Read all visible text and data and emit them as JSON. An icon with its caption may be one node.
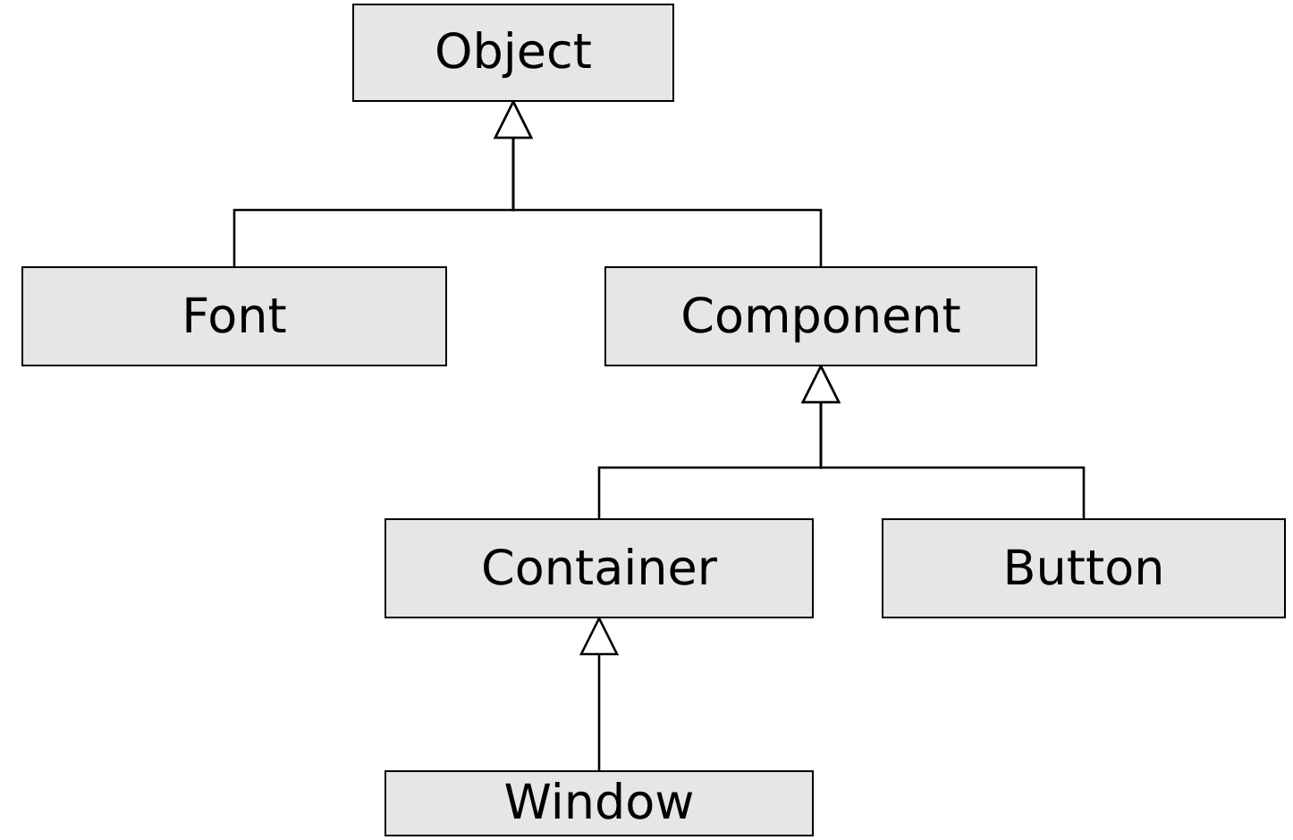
{
  "diagram": {
    "nodes": [
      {
        "text": [
          "Object"
        ]
      },
      {
        "text": [
          "Font"
        ]
      },
      {
        "text": [
          "Component"
        ]
      },
      {
        "text": [
          "Container"
        ]
      },
      {
        "text": [
          "Button"
        ]
      },
      {
        "text": [
          "Window"
        ]
      }
    ],
    "edges": [
      {
        "from": 1,
        "to": 0,
        "arrow": "to"
      },
      {
        "from": 2,
        "to": 0,
        "arrow": "to"
      },
      {
        "from": 3,
        "to": 2,
        "arrow": "to"
      },
      {
        "from": 4,
        "to": 2,
        "arrow": "to"
      },
      {
        "from": 5,
        "to": 3,
        "arrow": "to"
      }
    ]
  }
}
